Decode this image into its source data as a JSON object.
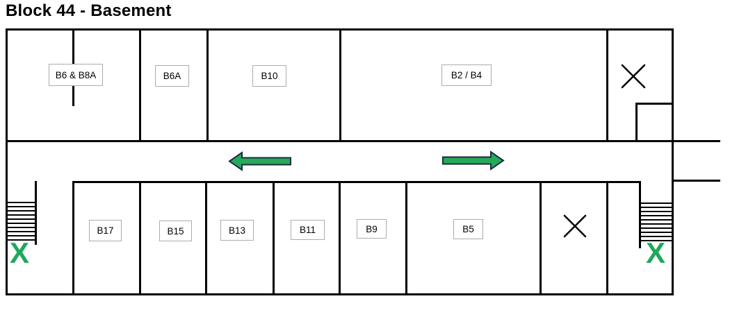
{
  "title": "Block 44 - Basement",
  "colors": {
    "wall": "#000000",
    "green": "#1FA85C",
    "arrow_fill": "#27AA58",
    "arrow_outline": "#1C2B45",
    "label_border": "#ABABAB"
  },
  "rooms": {
    "top": [
      {
        "id": "b6-b8a",
        "label": "B6 & B8A"
      },
      {
        "id": "b6a",
        "label": "B6A"
      },
      {
        "id": "b10",
        "label": "B10"
      },
      {
        "id": "b2-b4",
        "label": "B2 /  B4"
      }
    ],
    "bottom": [
      {
        "id": "b17",
        "label": "B17"
      },
      {
        "id": "b15",
        "label": "B15"
      },
      {
        "id": "b13",
        "label": "B13"
      },
      {
        "id": "b11",
        "label": "B11"
      },
      {
        "id": "b9",
        "label": "B9"
      },
      {
        "id": "b5",
        "label": "B5"
      }
    ]
  },
  "exits": {
    "left": "X",
    "right": "X"
  },
  "icons": {
    "stairs_left": "stairs-icon",
    "stairs_right": "stairs-icon",
    "cross_top_right": "x-cross-icon",
    "cross_bottom": "x-cross-icon",
    "arrow_left": "arrow-left-icon",
    "arrow_right": "arrow-right-icon"
  }
}
